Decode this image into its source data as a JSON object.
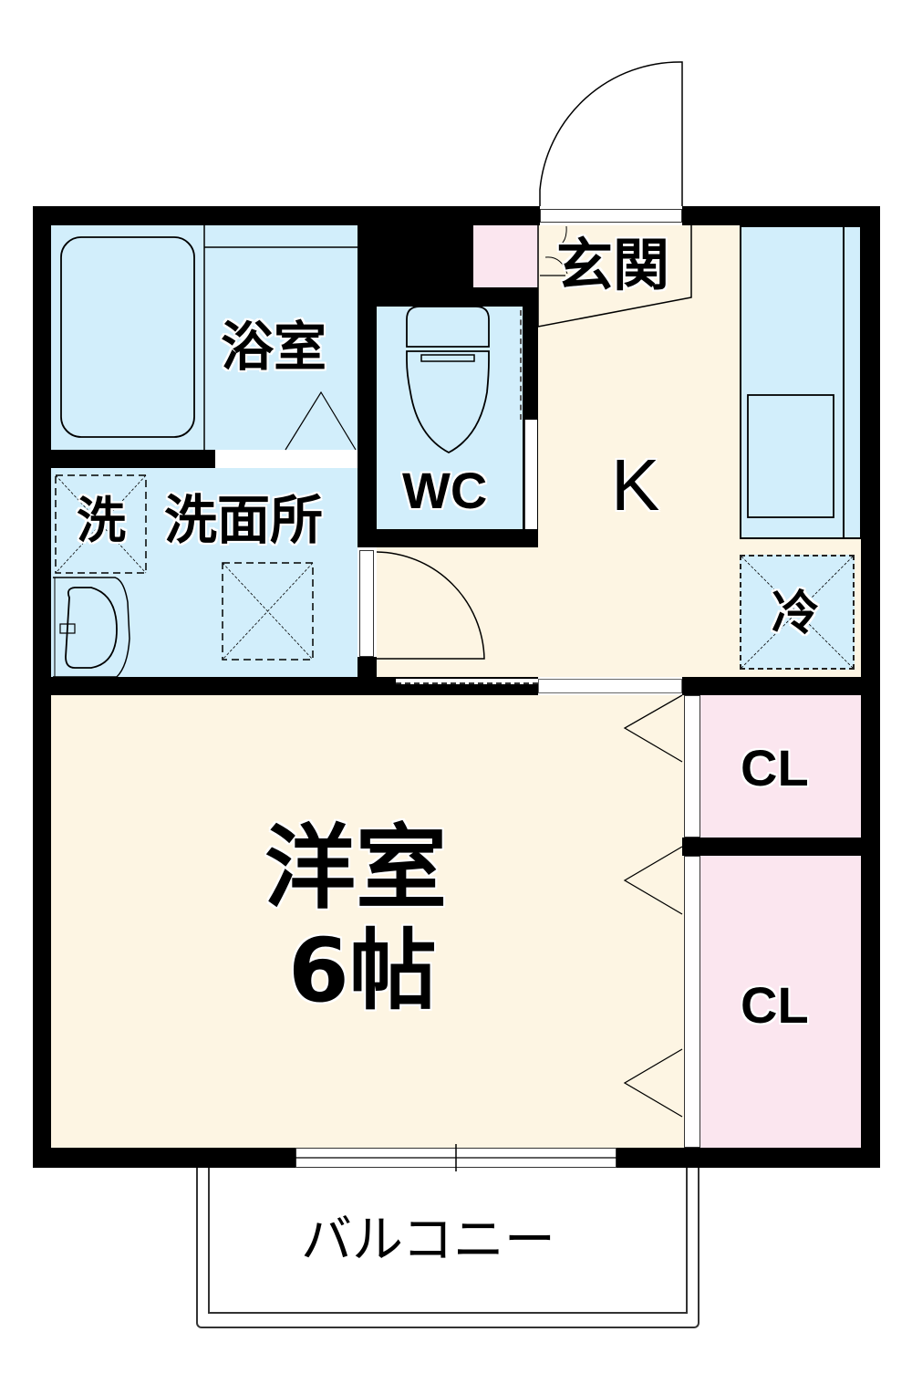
{
  "floorplan": {
    "colors": {
      "wall": "#000000",
      "wet_area": "#d2eefb",
      "living_floor": "#fdf5e3",
      "storage": "#fbe6ef",
      "background": "#ffffff"
    },
    "rooms": {
      "bathroom": {
        "label": "浴室"
      },
      "washroom": {
        "label": "洗面所"
      },
      "washer": {
        "label": "洗"
      },
      "toilet": {
        "label": "WC"
      },
      "entrance": {
        "label": "玄関"
      },
      "kitchen": {
        "label": "K"
      },
      "fridge": {
        "label": "冷"
      },
      "closet_upper": {
        "label": "CL"
      },
      "closet_lower": {
        "label": "CL"
      },
      "western_room": {
        "label": "洋室",
        "size": "6帖"
      },
      "balcony": {
        "label": "バルコニー"
      }
    }
  }
}
